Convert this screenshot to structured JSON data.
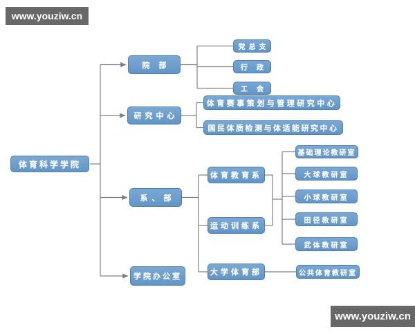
{
  "banners": {
    "top": "www.youziw.cn",
    "bottom": "www.youziw.cn"
  },
  "colors": {
    "node_fill": "#6d9ecd",
    "node_border": "#4e7fb0",
    "node_text": "#ffffff",
    "connector": "#7f7f7f",
    "banner_bg": "#686868",
    "banner_text": "#ffffff",
    "background": "#ffffff"
  },
  "org": {
    "root": "体育科学学院",
    "branch1": {
      "label": "院部",
      "children": [
        "党总支",
        "行政",
        "工会"
      ]
    },
    "branch2": {
      "label": "研究中心",
      "children": [
        "体育赛事策划与管理研究中心",
        "国民体质检测与体适能研究中心"
      ]
    },
    "branch3": {
      "label": "系、部",
      "departments": [
        "体育教育系",
        "运动训练系",
        "大学体育部"
      ],
      "teaching_offices": [
        "基础理论教研室",
        "大球教研室",
        "小球教研室",
        "田径教研室",
        "武体教研室"
      ],
      "public_office": "公共体育教研室"
    },
    "branch4": {
      "label": "学院办公室"
    }
  }
}
